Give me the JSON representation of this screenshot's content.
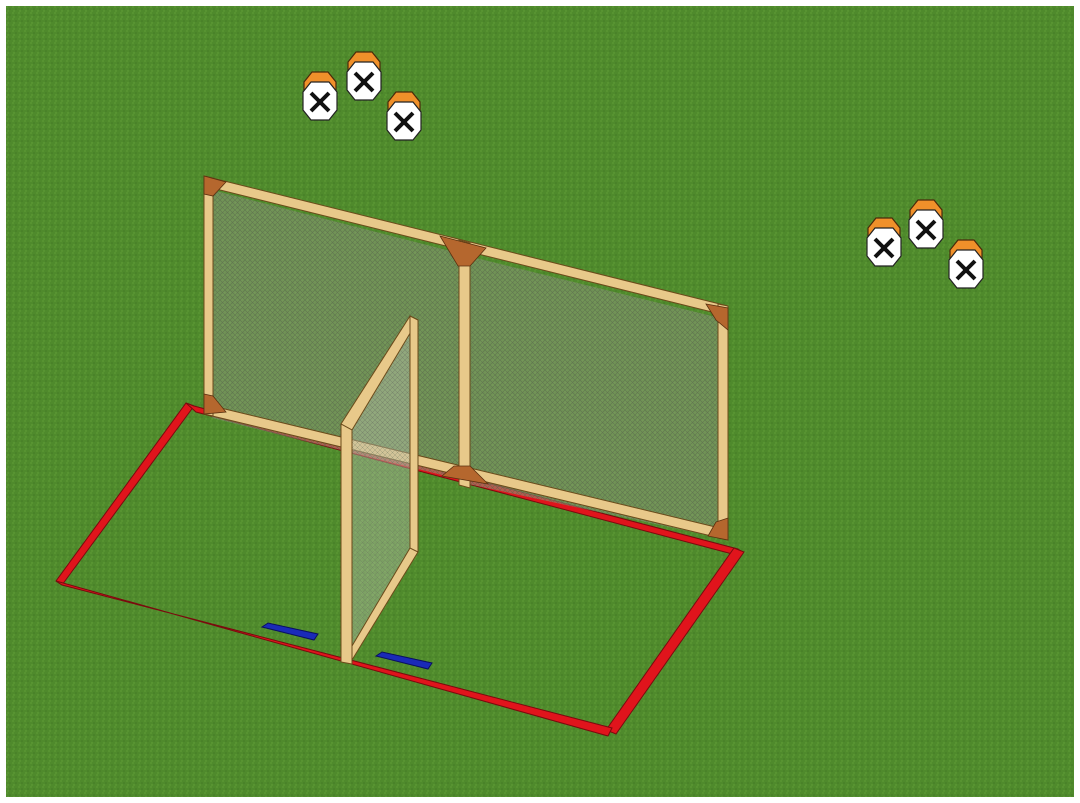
{
  "scene": {
    "ground_color": "#4f8a2c",
    "shooting_box_color": "#e0141c",
    "frame_wood_color": "#e8c98a",
    "corner_gusset_color": "#b5672e",
    "mesh_color": "#8f9a78",
    "fault_line_color": "#1a2ab8",
    "target_orange": "#f0902a",
    "target_face": "#ffffff",
    "target_mark": "#111111"
  },
  "objects": [
    {
      "id": "target-group-left",
      "kind": "steel-target-cluster",
      "count": 3
    },
    {
      "id": "target-group-right",
      "kind": "steel-target-cluster",
      "count": 3
    },
    {
      "id": "vision-barrier-wall",
      "kind": "mesh-wall",
      "panels": 2
    },
    {
      "id": "center-barrier-panel",
      "kind": "mesh-panel",
      "panels": 1
    },
    {
      "id": "shooting-box",
      "kind": "boundary",
      "sections": 2
    },
    {
      "id": "fault-markers",
      "kind": "foot-marker",
      "count": 2
    }
  ]
}
